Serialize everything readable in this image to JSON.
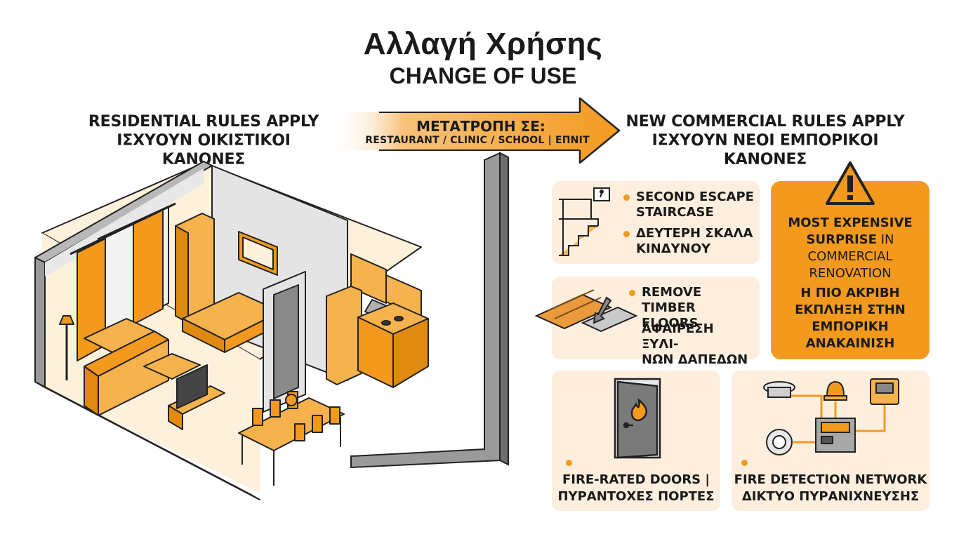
{
  "title": {
    "greek": "Αλλαγή Χρήσης",
    "english": "CHANGE OF USE"
  },
  "left_header": {
    "line1": "RESIDENTIAL RULES APPLY",
    "line2": "ΙΣΧΥΟΥΝ ΟΙΚΙΣΤΙΚΟΙ ΚΑΝΟΝΕΣ"
  },
  "arrow": {
    "label": "ΜΕΤΑΤΡΟΠΗ ΣΕ:",
    "targets": "RESTAURANT / CLINIC / SCHOOL | ΕΠΝΙΤ"
  },
  "right_header": {
    "line1": "NEW COMMERCIAL RULES APPLY",
    "line2": "ΙΣΧΥΟΥΝ ΝΕΟΙ ΕΜΠΟΡΙΚΟΙ ΚΑΝΟΝΕΣ"
  },
  "cards": {
    "escape": {
      "en_line1": "SECOND ESCAPE",
      "en_line2": "STAIRCASE",
      "gr_line1": "ΔΕΥΤΕΡΗ ΣΚΑΛΑ",
      "gr_line2": "ΚΙΝΔΥΝΟΥ",
      "icon": "escape-staircase-icon"
    },
    "timber": {
      "en_line1": "REMOVE TIMBER",
      "en_line2": "FLOORS",
      "gr_line1": "ΑΦΑΙΡΕΣΗ ΞΥΛΙ-",
      "gr_line2": "ΝΩΝ ΔΑΠΕΔΩΝ",
      "icon": "timber-floor-icon"
    },
    "doors": {
      "line1": "FIRE-RATED DOORS |",
      "line2": "ΠΥΡΑΝΤΟΧΕΣ ΠΟΡΤΕΣ",
      "icon": "fire-door-icon"
    },
    "detection": {
      "line1": "FIRE DETECTION NETWORK",
      "line2": "ΔΙΚΤΥΟ ΠΥΡΑΝΙΧΝΕΥΣΗΣ",
      "icon": "fire-alarm-network-icon"
    },
    "warning": {
      "en_bold1": "MOST EXPENSIVE",
      "en_bold2": "SURPRISE",
      "en_norm2": " IN",
      "en_norm3": "COMMERCIAL",
      "en_norm4": "RENOVATION",
      "gr1": "Η ΠΙΟ ΑΚΡΙΒΗ",
      "gr2": "ΕΚΠΛΗΞΗ ΣΤΗΝ",
      "gr3": "ΕΜΠΟΡΙΚΗ",
      "gr4": "ΑΝΑΚΑΙΝΙΣΗ",
      "icon": "warning-triangle-icon"
    }
  },
  "colors": {
    "accent": "#f39a1e",
    "card_bg": "#fdeedd",
    "wall_gray": "#8a8a8a",
    "floor": "#fdf1dc"
  }
}
